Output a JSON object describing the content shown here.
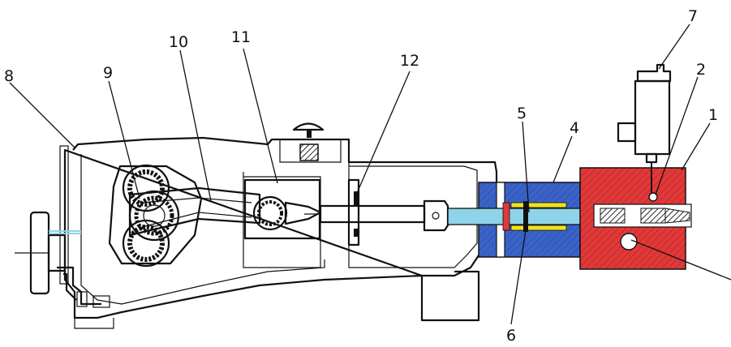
{
  "callouts": [
    {
      "id": "1",
      "text": "1"
    },
    {
      "id": "2",
      "text": "2"
    },
    {
      "id": "4",
      "text": "4"
    },
    {
      "id": "5",
      "text": "5"
    },
    {
      "id": "6",
      "text": "6"
    },
    {
      "id": "7",
      "text": "7"
    },
    {
      "id": "8",
      "text": "8"
    },
    {
      "id": "9",
      "text": "9"
    },
    {
      "id": "10",
      "text": "10"
    },
    {
      "id": "11",
      "text": "11"
    },
    {
      "id": "12",
      "text": "12"
    }
  ],
  "colors": {
    "outline": "#111111",
    "plunger": "#8fd3e8",
    "packing_housing": "#3a63c8",
    "valve_block": "#e0393a",
    "seal": "#f2e11c",
    "background": "#ffffff"
  }
}
